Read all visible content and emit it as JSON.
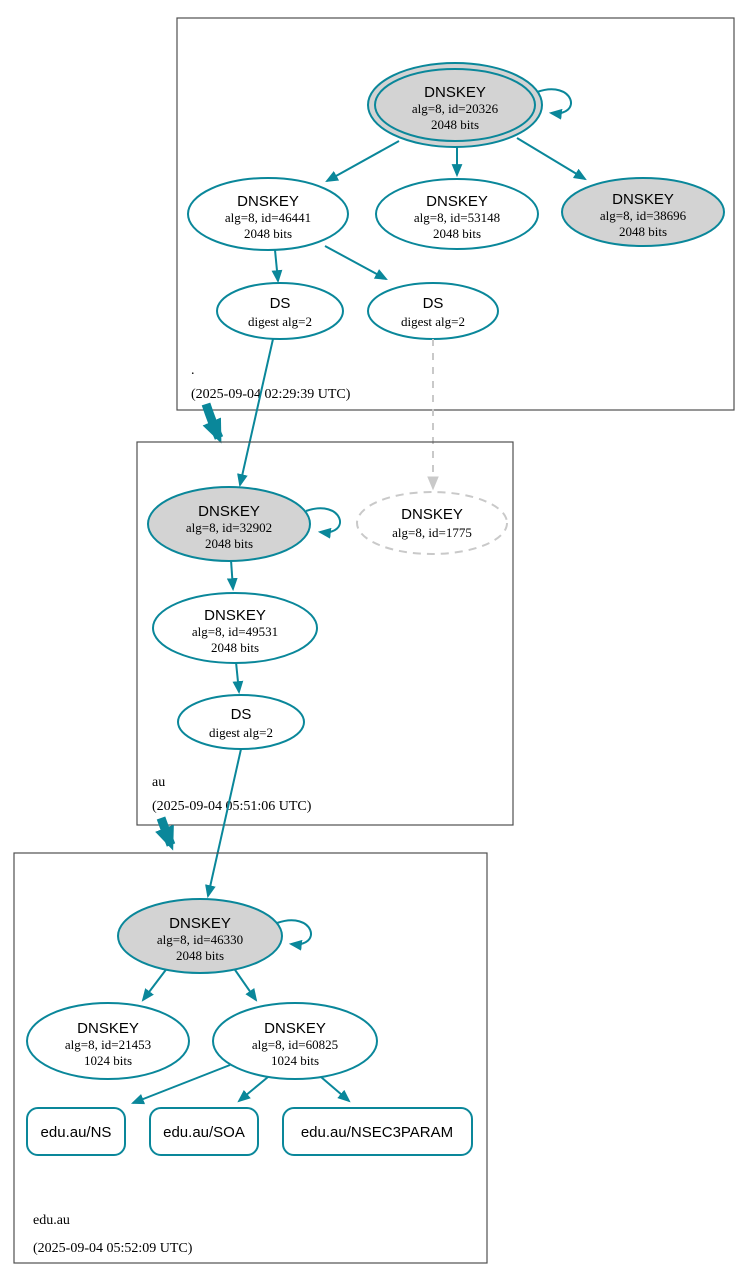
{
  "colors": {
    "secure_edge": "#0a879a",
    "ksk_fill": "#d3d3d3",
    "insecure": "#c9c9c9",
    "zone_box_border": "#4f4f4f"
  },
  "zones": [
    {
      "label": ".",
      "timestamp": "(2025-09-04 02:29:39 UTC)",
      "nodes": {
        "ksk_20326": {
          "title": "DNSKEY",
          "detail": "alg=8, id=20326",
          "bits": "2048 bits"
        },
        "dnskey_46441": {
          "title": "DNSKEY",
          "detail": "alg=8, id=46441",
          "bits": "2048 bits"
        },
        "dnskey_53148": {
          "title": "DNSKEY",
          "detail": "alg=8, id=53148",
          "bits": "2048 bits"
        },
        "dnskey_38696": {
          "title": "DNSKEY",
          "detail": "alg=8, id=38696",
          "bits": "2048 bits"
        },
        "ds_1": {
          "title": "DS",
          "detail": "digest alg=2"
        },
        "ds_2": {
          "title": "DS",
          "detail": "digest alg=2"
        }
      }
    },
    {
      "label": "au",
      "timestamp": "(2025-09-04 05:51:06 UTC)",
      "nodes": {
        "ksk_32902": {
          "title": "DNSKEY",
          "detail": "alg=8, id=32902",
          "bits": "2048 bits"
        },
        "dnskey_1775": {
          "title": "DNSKEY",
          "detail": "alg=8, id=1775"
        },
        "dnskey_49531": {
          "title": "DNSKEY",
          "detail": "alg=8, id=49531",
          "bits": "2048 bits"
        },
        "ds": {
          "title": "DS",
          "detail": "digest alg=2"
        }
      }
    },
    {
      "label": "edu.au",
      "timestamp": "(2025-09-04 05:52:09 UTC)",
      "nodes": {
        "ksk_46330": {
          "title": "DNSKEY",
          "detail": "alg=8, id=46330",
          "bits": "2048 bits"
        },
        "dnskey_21453": {
          "title": "DNSKEY",
          "detail": "alg=8, id=21453",
          "bits": "1024 bits"
        },
        "dnskey_60825": {
          "title": "DNSKEY",
          "detail": "alg=8, id=60825",
          "bits": "1024 bits"
        },
        "rrset_ns": {
          "label": "edu.au/NS"
        },
        "rrset_soa": {
          "label": "edu.au/SOA"
        },
        "rrset_nsec3param": {
          "label": "edu.au/NSEC3PARAM"
        }
      }
    }
  ]
}
